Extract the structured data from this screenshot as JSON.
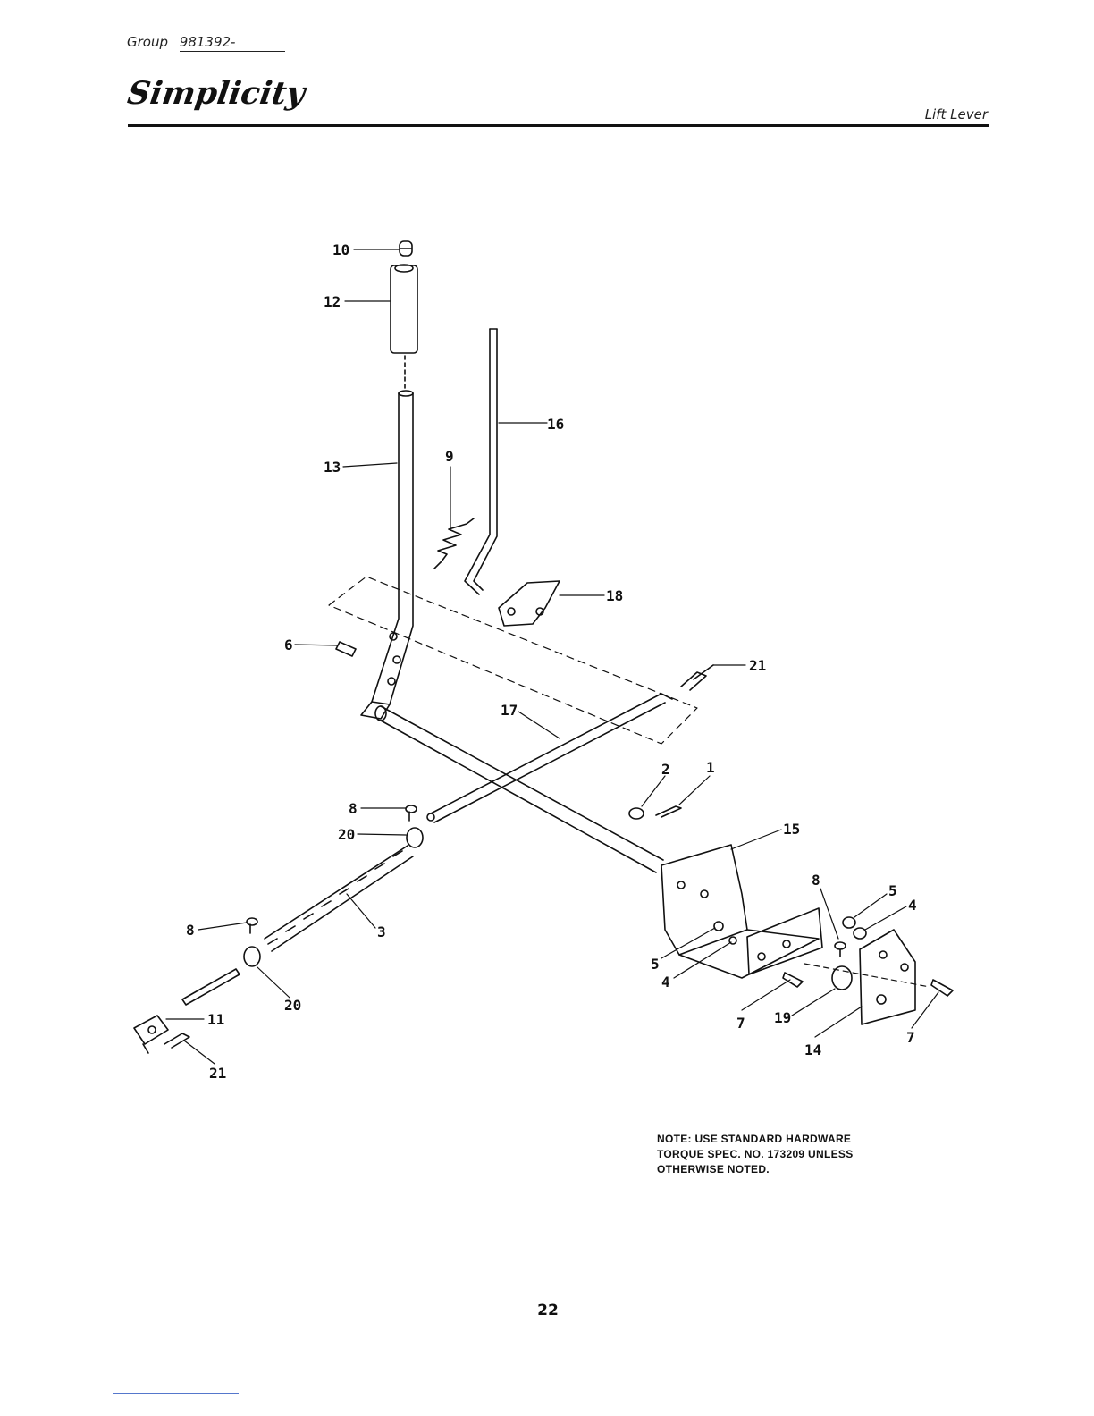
{
  "header": {
    "group_label": "Group",
    "group_number": "981392-",
    "brand": "Simplicity",
    "section_title": "Lift Lever"
  },
  "diagram": {
    "callouts": [
      "10",
      "12",
      "13",
      "16",
      "9",
      "18",
      "6",
      "21",
      "17",
      "2",
      "1",
      "8",
      "20",
      "15",
      "8",
      "5",
      "4",
      "8",
      "3",
      "5",
      "4",
      "20",
      "11",
      "21",
      "7",
      "19",
      "14",
      "7"
    ]
  },
  "note": {
    "lines": [
      "NOTE: USE STANDARD HARDWARE",
      "TORQUE SPEC. NO. 173209 UNLESS",
      "OTHERWISE NOTED."
    ]
  },
  "footer": {
    "page_number": "22"
  }
}
